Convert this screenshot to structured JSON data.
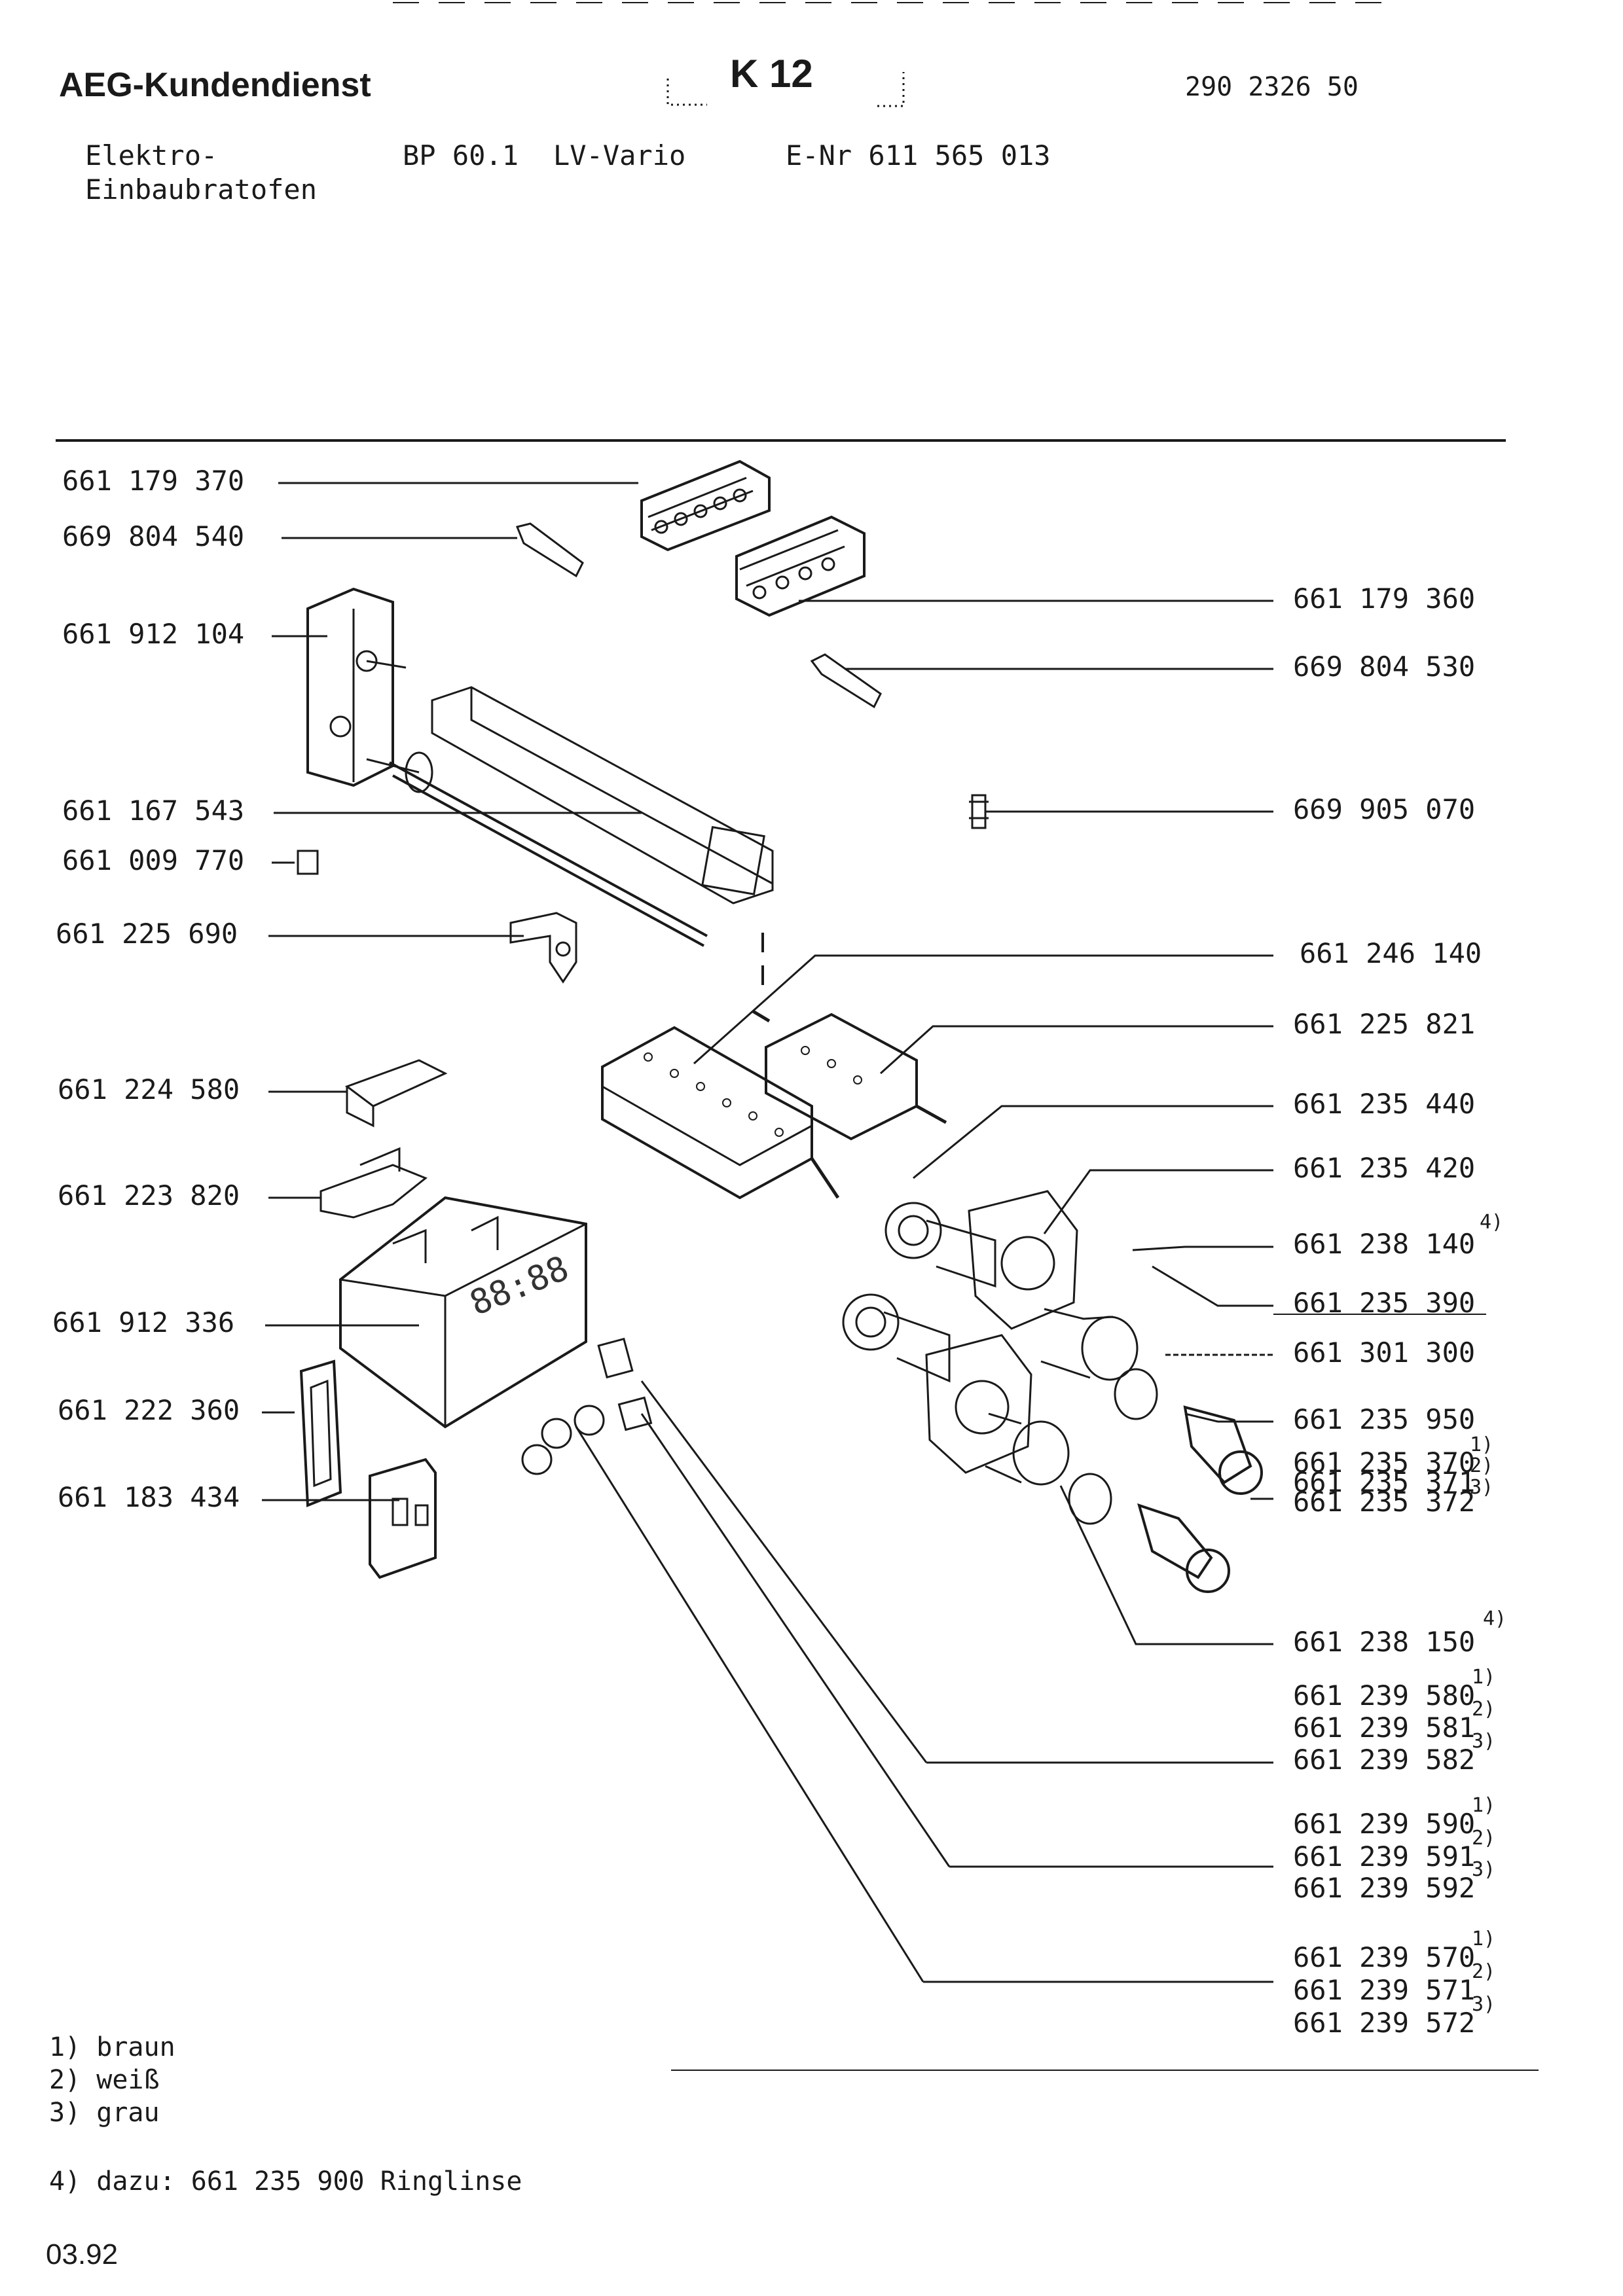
{
  "header": {
    "brand": "AEG-Kundendienst",
    "sheet": "K 12",
    "doc_number": "290 2326 50",
    "appliance_line1": "Elektro-",
    "appliance_line2": "Einbaubratofen",
    "model": "BP 60.1",
    "variant": "LV-Vario",
    "enr": "E-Nr 611 565 013"
  },
  "parts_left": [
    "661 179 370",
    "669 804 540",
    "661 912 104",
    "661 167 543",
    "661 009 770",
    "661 225 690",
    "661 224 580",
    "661 223 820",
    "661 912 336",
    "661 222 360",
    "661 183 434"
  ],
  "parts_right": [
    "661 179 360",
    "669 804 530",
    "669 905 070",
    "661 246 140",
    "661 225 821",
    "661 235 440",
    "661 235 420",
    "661 238 140",
    "661 235 390",
    "661 301 300",
    "661 235 950",
    "661 235 370",
    "661 235 371",
    "661 235 372",
    "661 238 150",
    "661 239 580",
    "661 239 581",
    "661 239 582",
    "661 239 590",
    "661 239 591",
    "661 239 592",
    "661 239 570",
    "661 239 571",
    "661 239 572"
  ],
  "superscripts": {
    "s1": "1)",
    "s2": "2)",
    "s3": "3)",
    "s4": "4)"
  },
  "display_readout": "88:88",
  "footnotes": [
    "1) braun",
    "2) weiß",
    "3) grau",
    "4) dazu: 661 235 900 Ringlinse"
  ],
  "date": "03.92"
}
